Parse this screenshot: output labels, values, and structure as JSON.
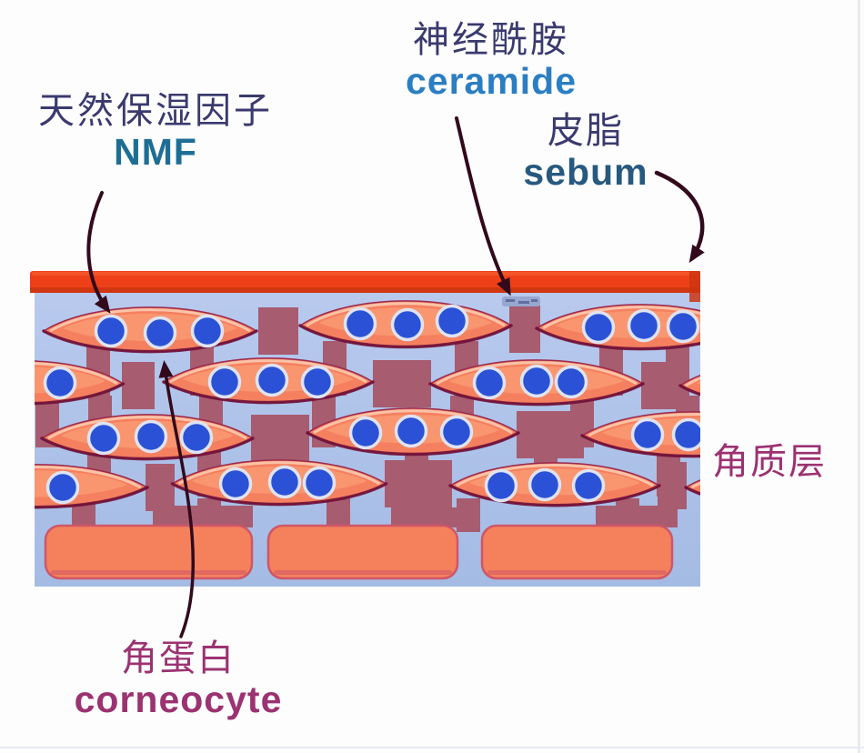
{
  "labels": {
    "ceramide": {
      "zh": "神经酰胺",
      "en": "ceramide",
      "zh_color": "#3a3a6e",
      "en_color": "#2b7ec2"
    },
    "nmf": {
      "zh": "天然保湿因子",
      "en": "NMF",
      "zh_color": "#3a3a6e",
      "en_color": "#1e6e94"
    },
    "sebum": {
      "zh": "皮脂",
      "en": "sebum",
      "zh_color": "#3a3a6e",
      "en_color": "#27597f"
    },
    "stratum_corneum": {
      "zh": "角质层",
      "zh_color": "#9b3271"
    },
    "corneocyte": {
      "zh": "角蛋白",
      "en": "corneocyte",
      "zh_color": "#9b3271",
      "en_color": "#9b3271"
    }
  },
  "diagram": {
    "structure": {
      "cell_rows": 4,
      "full_cells_per_row": [
        3,
        2,
        3,
        2
      ],
      "partial_edge_cells_per_row": [
        0,
        2,
        0,
        2
      ],
      "nmf_dots_per_full_cell": 3,
      "basal_blocks": 3,
      "sebum_film_on_top": true
    },
    "palette": {
      "matrix_top": "#b9caee",
      "matrix_bottom": "#a4bbe4",
      "sebum_bar": "#ee4018",
      "sebum_bar_highlight": "#f75d2e",
      "sebum_bar_edge": "#cc3512",
      "cell_fill": "#f5805f",
      "cell_highlight": "#f99a73",
      "cell_rim_light": "#fbd3ba",
      "cell_stroke": "#9b2a50",
      "cell_edge_dark": "#70123a",
      "nmf_dot": "#2b52d6",
      "nmf_dot_ring": "#dfe3f2",
      "mortar": "#a75c70",
      "basal_fill": "#f5815c",
      "basal_stroke": "#cf5668",
      "ceramide_streak": "#94a6cf",
      "ceramide_streak_dark": "#606fa0",
      "arrow": "#320a1c",
      "page_edge": "#e8eaee"
    }
  }
}
